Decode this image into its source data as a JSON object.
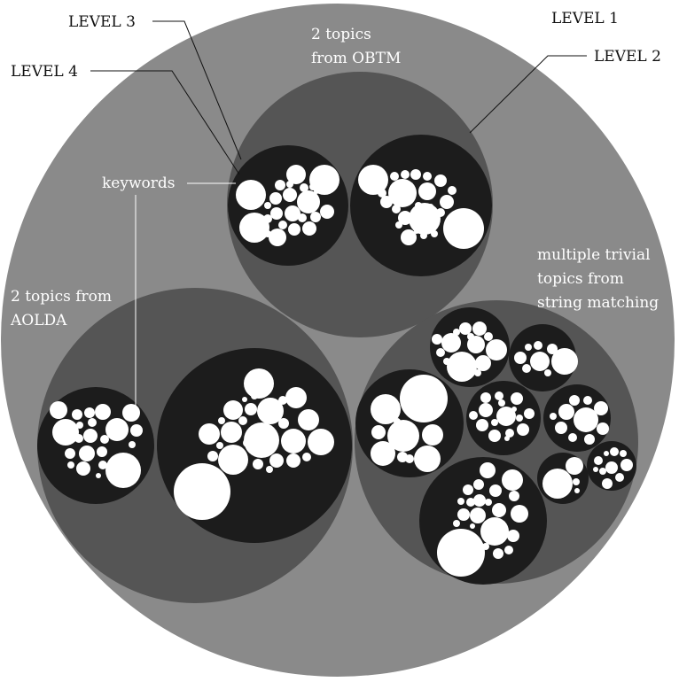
{
  "colors": {
    "level1": "#8a8a8a",
    "level2": "#555555",
    "level3": "#1c1c1c",
    "keyword": "#ffffff",
    "text_dark": "#111111",
    "text_light": "#ffffff"
  },
  "labels": {
    "level_1": "LEVEL 1",
    "level_2": "LEVEL 2",
    "level_3": "LEVEL 3",
    "level_4": "LEVEL 4",
    "keywords": "keywords",
    "obtm_line1": "2 topics",
    "obtm_line2": "from OBTM",
    "aolda_line1": "2 topics from",
    "aolda_line2": "AOLDA",
    "string_line1": "multiple trivial",
    "string_line2": "topics from",
    "string_line3": "string matching"
  }
}
